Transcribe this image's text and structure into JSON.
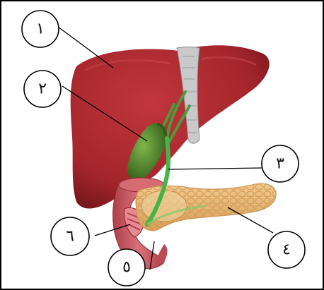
{
  "labels": [
    {
      "id": "label-1",
      "text": "١",
      "target": "liver"
    },
    {
      "id": "label-2",
      "text": "٢",
      "target": "gallbladder"
    },
    {
      "id": "label-3",
      "text": "٣",
      "target": "common-bile-duct"
    },
    {
      "id": "label-4",
      "text": "٤",
      "target": "pancreas"
    },
    {
      "id": "label-5",
      "text": "٥",
      "target": "duodenum"
    },
    {
      "id": "label-6",
      "text": "٦",
      "target": "duodenum-opening"
    }
  ],
  "colors": {
    "liver": "#a3252b",
    "liver_dark": "#6e1418",
    "ligament": "#c9c9c9",
    "gallbladder": "#4f8a2c",
    "bile_duct": "#46b446",
    "pancreas": "#e6b26d",
    "pancreas_dark": "#c9904a",
    "duodenum": "#c9505a",
    "duodenum_inner": "#e58a8f",
    "frame": "#000000"
  }
}
